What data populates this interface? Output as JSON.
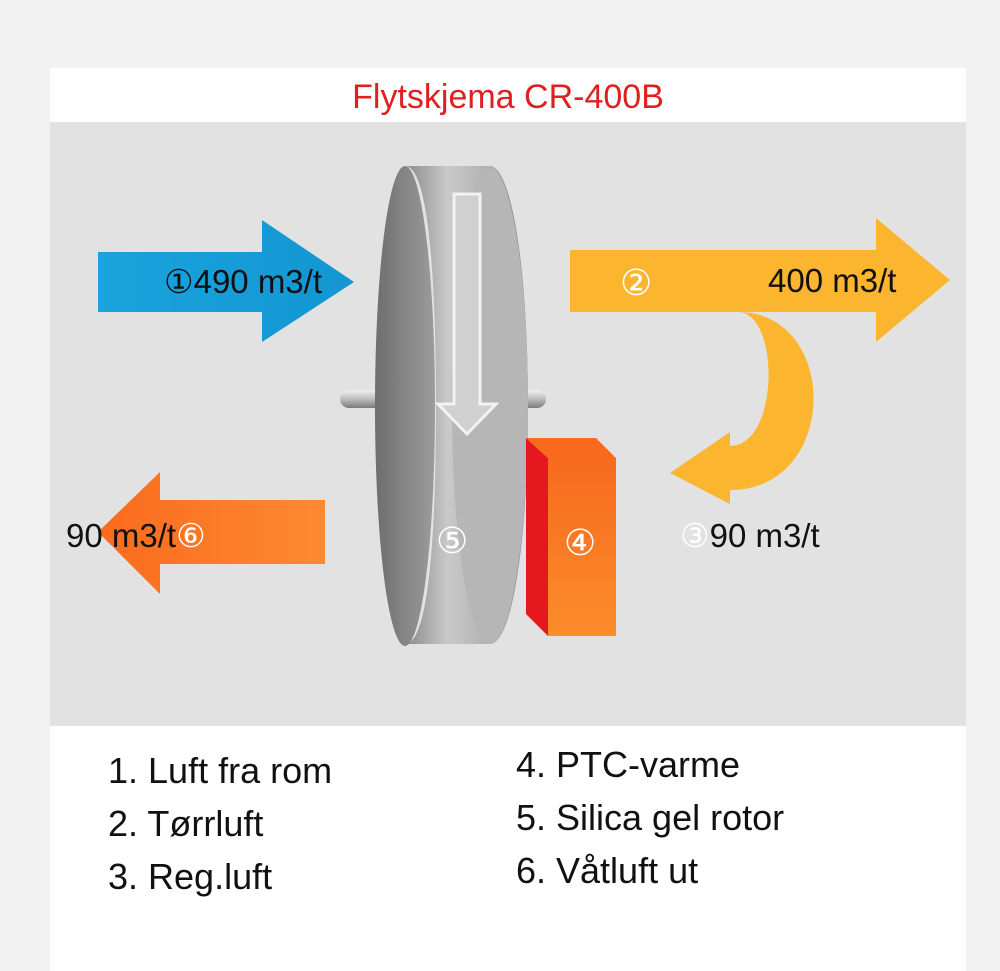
{
  "title": "Flytskjema CR-400B",
  "colors": {
    "inlet_arrow": "#1aa3dc",
    "dry_air_arrow": "#fcb52f",
    "wet_air_arrow": "#fc7324",
    "heater": "#f97a22",
    "heater_side": "#e5171f",
    "rotor": "#9a9a9a",
    "title": "#e0201f"
  },
  "flows": {
    "inlet": {
      "marker": "①",
      "value": "490 m3/t"
    },
    "dry_air": {
      "marker": "②",
      "value": "400 m3/t"
    },
    "regen_air": {
      "marker": "③",
      "value": "90 m3/t"
    },
    "wet_air": {
      "marker": "⑥",
      "value": "90 m3/t"
    }
  },
  "components": {
    "heater_marker": "④",
    "rotor_marker": "⑤"
  },
  "legend": {
    "left": [
      "1. Luft fra rom",
      "2. Tørrluft",
      "3. Reg.luft"
    ],
    "right": [
      "4. PTC-varme",
      "5. Silica gel rotor",
      "6. Våtluft ut"
    ]
  }
}
